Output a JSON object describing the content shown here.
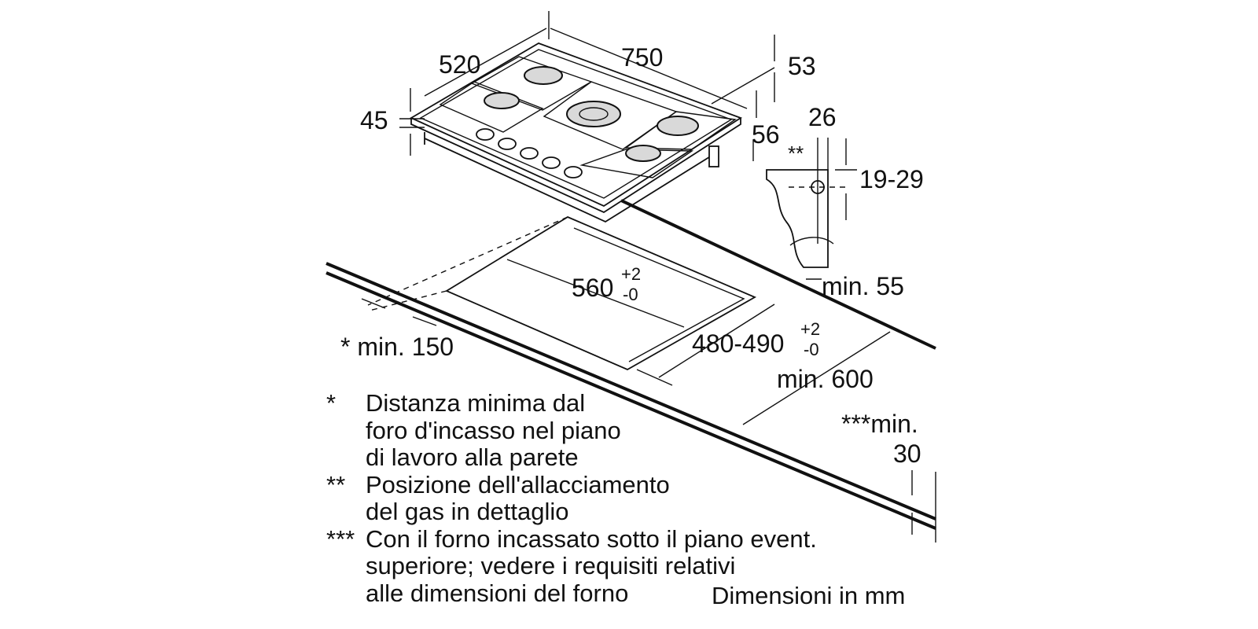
{
  "dimensions": {
    "depth": "520",
    "width": "750",
    "height_top": "53",
    "height_body": "45",
    "gas_offset": "56",
    "gas_side": "26",
    "gas_marker": "**",
    "gas_height": "19-29",
    "cutout_width_value": "560",
    "cutout_width_plus": "+2",
    "cutout_width_minus": "-0",
    "cutout_depth_value": "480-490",
    "cutout_depth_plus": "+2",
    "cutout_depth_minus": "-0",
    "min_back": "min. 55",
    "min_side": "* min. 150",
    "min_worktop": "min. 600",
    "min_below_line1": "***min.",
    "min_below_line2": "30"
  },
  "notes": [
    {
      "mark": "*",
      "lines": [
        "Distanza minima dal",
        "foro d'incasso nel piano",
        "di lavoro alla parete"
      ]
    },
    {
      "mark": "**",
      "lines": [
        "Posizione dell'allacciamento",
        "del gas in dettaglio"
      ]
    },
    {
      "mark": "***",
      "lines": [
        "Con il forno incassato sotto il piano event.",
        "superiore; vedere i requisiti relativi",
        "alle dimensioni del forno"
      ]
    }
  ],
  "unit_label": "Dimensioni in mm",
  "burners": [
    {
      "name": "burner-rear-left"
    },
    {
      "name": "burner-front-left"
    },
    {
      "name": "burner-center-wok"
    },
    {
      "name": "burner-rear-right"
    },
    {
      "name": "burner-front-right"
    }
  ],
  "knobs": 5
}
